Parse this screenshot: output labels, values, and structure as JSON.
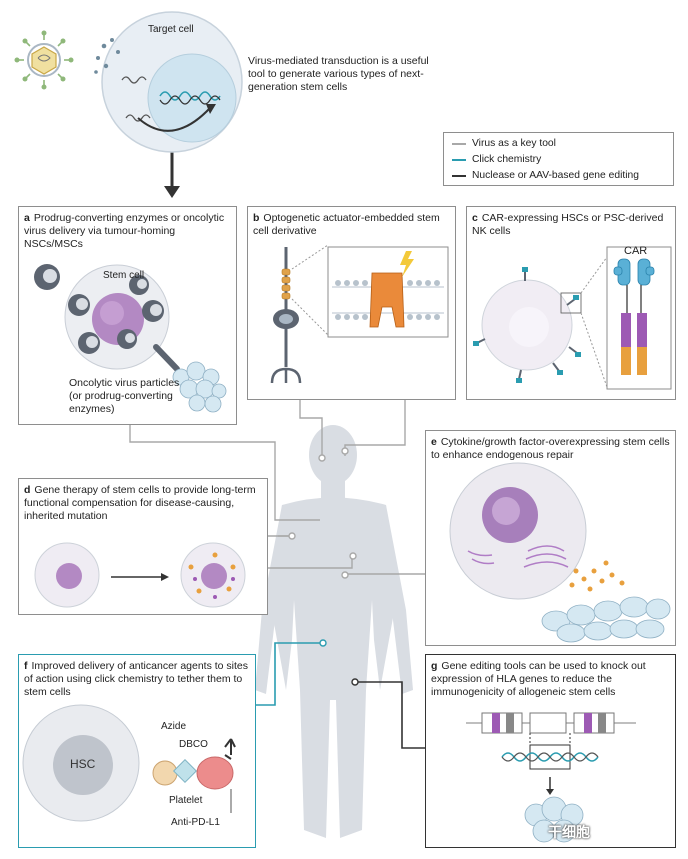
{
  "top": {
    "target_cell": "Target cell",
    "caption": "Virus-mediated transduction is a useful tool to generate various types of next-generation stem cells"
  },
  "legend": {
    "items": [
      {
        "label": "Virus as a key tool",
        "color": "#a8a8a8"
      },
      {
        "label": "Click chemistry",
        "color": "#2a9cb0"
      },
      {
        "label": "Nuclease or AAV-based gene editing",
        "color": "#333333"
      }
    ]
  },
  "panels": {
    "a": {
      "letter": "a",
      "title": "Prodrug-converting enzymes or oncolytic virus delivery via tumour-homing NSCs/MSCs",
      "stem_cell": "Stem cell",
      "particles": "Oncolytic virus particles (or prodrug-converting enzymes)"
    },
    "b": {
      "letter": "b",
      "title": "Optogenetic actuator-embedded stem cell derivative"
    },
    "c": {
      "letter": "c",
      "title": "CAR-expressing HSCs or PSC-derived NK cells",
      "car": "CAR"
    },
    "d": {
      "letter": "d",
      "title": "Gene therapy of stem cells to provide long-term functional compensation for disease-causing, inherited mutation"
    },
    "e": {
      "letter": "e",
      "title": "Cytokine/growth factor-overexpressing stem cells to enhance endogenous repair"
    },
    "f": {
      "letter": "f",
      "title": "Improved delivery of anticancer agents to sites of action using click chemistry to tether them to stem cells",
      "hsc": "HSC",
      "azide": "Azide",
      "dbco": "DBCO",
      "platelet": "Platelet",
      "antibody": "Anti-PD-L1"
    },
    "g": {
      "letter": "g",
      "title": "Gene editing tools can be used to knock out expression of HLA genes to reduce the immunogenicity of allogeneic stem cells"
    }
  },
  "watermark": "干细胞"
}
